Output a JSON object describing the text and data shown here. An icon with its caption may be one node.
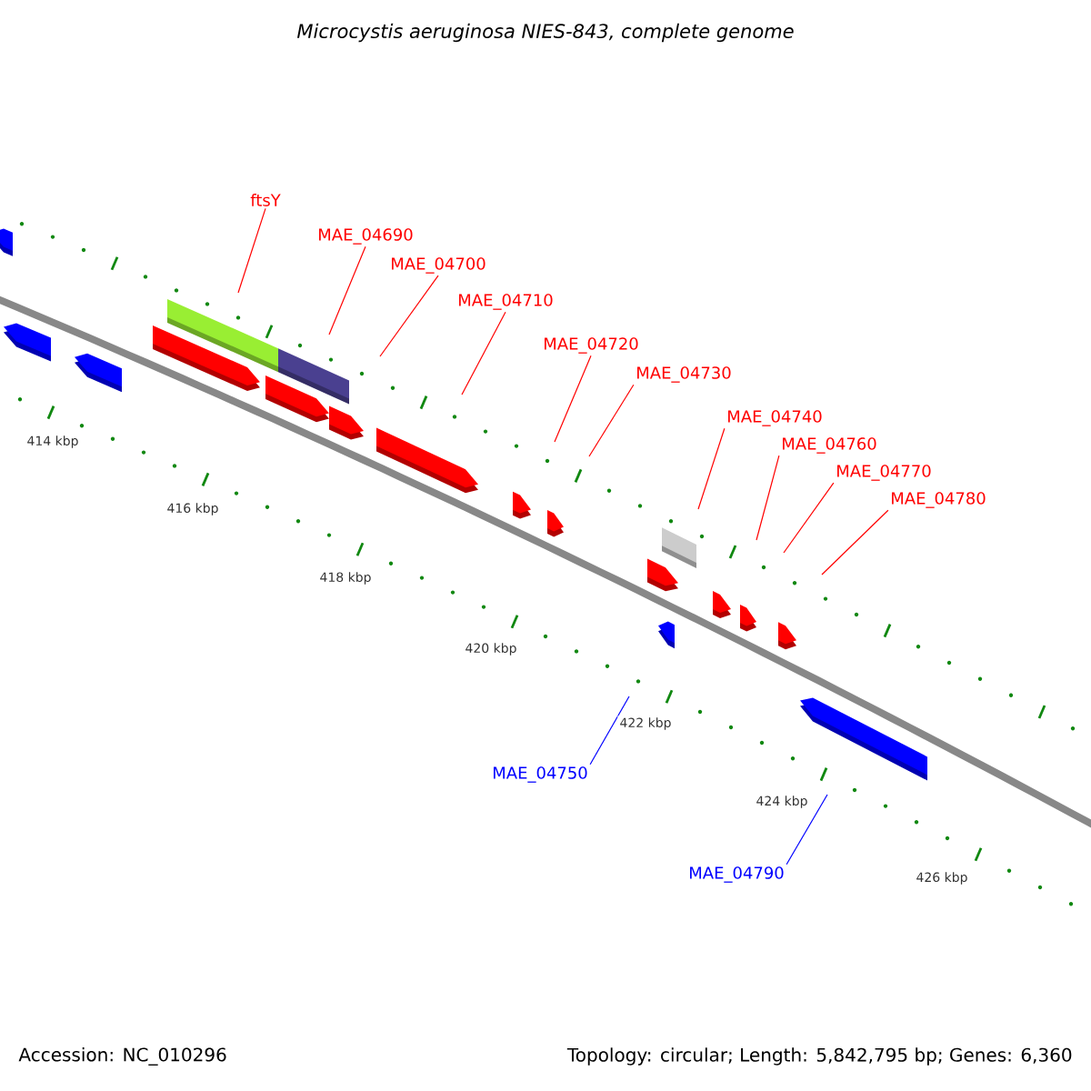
{
  "diagram": {
    "title": "Microcystis aeruginosa NIES-843, complete genome",
    "nodes": [
      {
        "text": [
          "ftsY"
        ]
      },
      {
        "text": [
          "MAE_04690"
        ]
      },
      {
        "text": [
          "MAE_04700"
        ]
      },
      {
        "text": [
          "MAE_04710"
        ]
      },
      {
        "text": [
          "MAE_04720"
        ]
      },
      {
        "text": [
          "MAE_04730"
        ]
      },
      {
        "text": [
          "MAE_04740"
        ]
      },
      {
        "text": [
          "MAE_04760"
        ]
      },
      {
        "text": [
          "MAE_04770"
        ]
      },
      {
        "text": [
          "MAE_04780"
        ]
      },
      {
        "text": [
          "MAE_04750"
        ]
      },
      {
        "text": [
          "MAE_04790"
        ]
      }
    ],
    "edges": [
      {
        "from": 0,
        "to": null,
        "arrow": "none"
      },
      {
        "from": 1,
        "to": null,
        "arrow": "none"
      },
      {
        "from": 2,
        "to": null,
        "arrow": "none"
      },
      {
        "from": 3,
        "to": null,
        "arrow": "none"
      },
      {
        "from": 4,
        "to": null,
        "arrow": "none"
      },
      {
        "from": 5,
        "to": null,
        "arrow": "none"
      },
      {
        "from": 6,
        "to": null,
        "arrow": "none"
      },
      {
        "from": 7,
        "to": null,
        "arrow": "none"
      },
      {
        "from": 8,
        "to": null,
        "arrow": "none"
      },
      {
        "from": 9,
        "to": null,
        "arrow": "none"
      },
      {
        "from": 10,
        "to": null,
        "arrow": "none",
        "color": "#0000ff"
      },
      {
        "from": 11,
        "to": null,
        "arrow": "none",
        "color": "#0000ff"
      }
    ],
    "labels": [
      "414 kbp",
      "416 kbp",
      "418 kbp",
      "420 kbp",
      "422 kbp",
      "424 kbp",
      "426 kbp",
      "Accession: NC_010296",
      "Topology: circular; Length: 5,842,795 bp; Genes: 6,360"
    ]
  }
}
